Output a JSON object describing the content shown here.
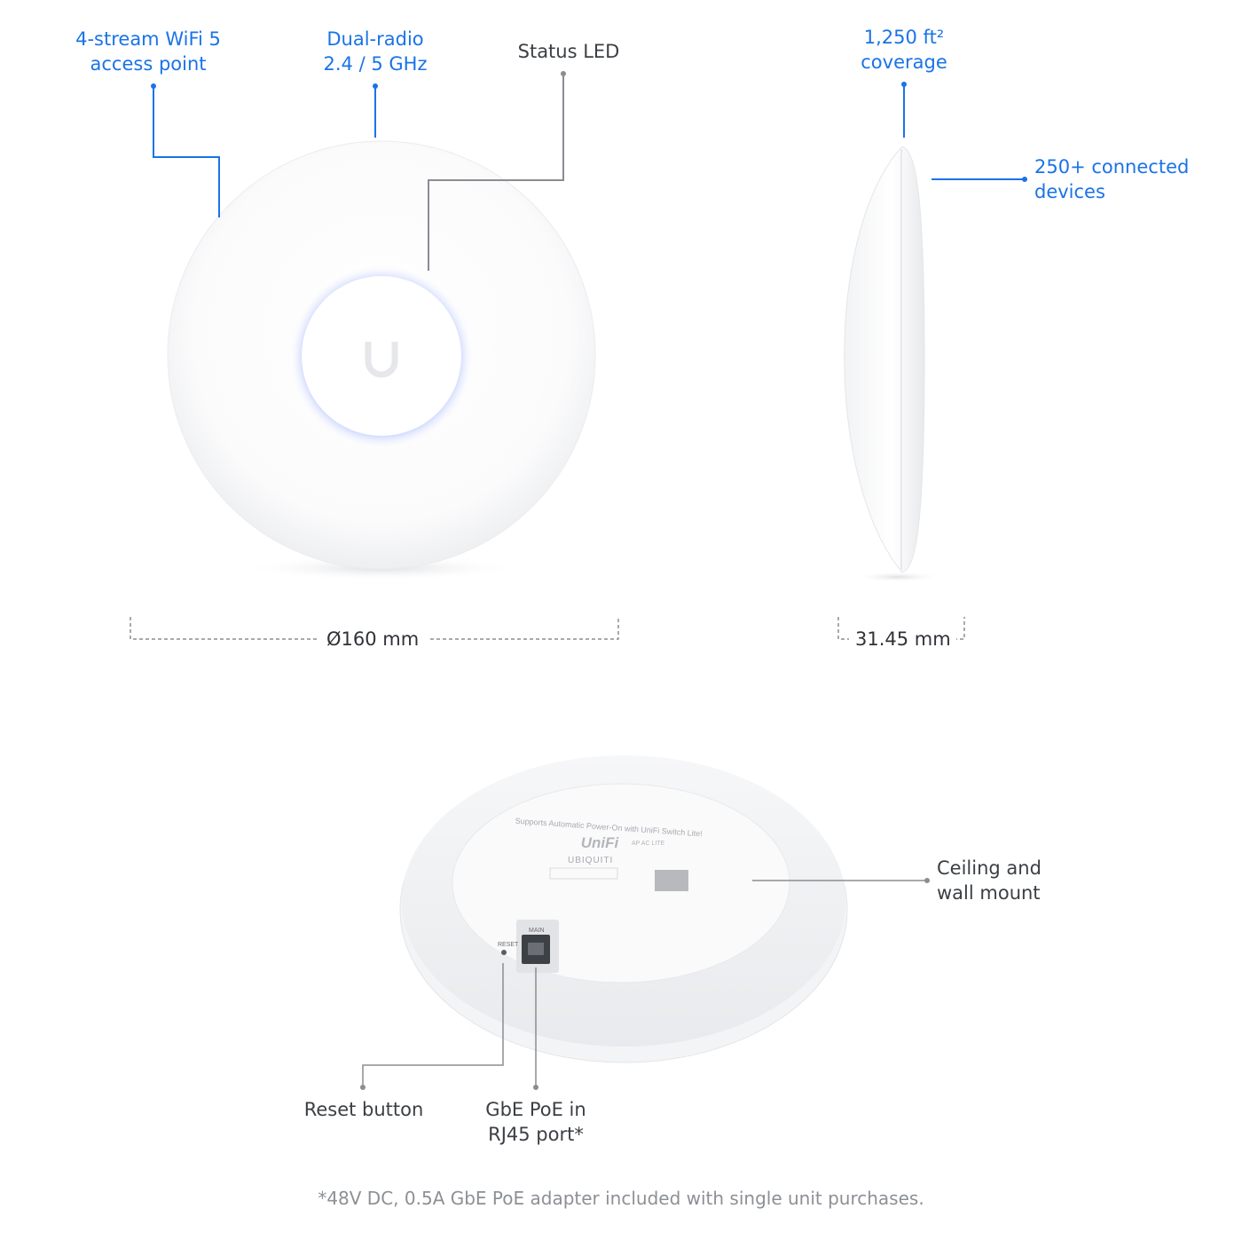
{
  "callouts": {
    "wifi": [
      "4-stream WiFi 5",
      "access point"
    ],
    "radio": [
      "Dual-radio",
      "2.4 / 5 GHz"
    ],
    "led": "Status LED",
    "coverage": [
      "1,250 ft²",
      "coverage"
    ],
    "devices": [
      "250+ connected",
      "devices"
    ],
    "mount": [
      "Ceiling and",
      "wall mount"
    ],
    "reset": "Reset button",
    "port": [
      "GbE PoE in",
      "RJ45 port*"
    ]
  },
  "dimensions": {
    "diameter": "Ø160 mm",
    "height": "31.45 mm"
  },
  "device_label": {
    "brand": "UniFi",
    "model": "AP AC LITE",
    "maker": "UBIQUITI",
    "banner": "Supports Automatic Power-On with UniFi Switch Lite!",
    "reset_mark": "RESET",
    "main_mark": "MAIN"
  },
  "footnote": "*48V DC, 0.5A GbE PoE adapter included with single unit purchases.",
  "colors": {
    "accent": "#1a73e8",
    "text": "#3b3f44",
    "led_glow": "#5b7cff",
    "footnote": "#8c9095"
  }
}
